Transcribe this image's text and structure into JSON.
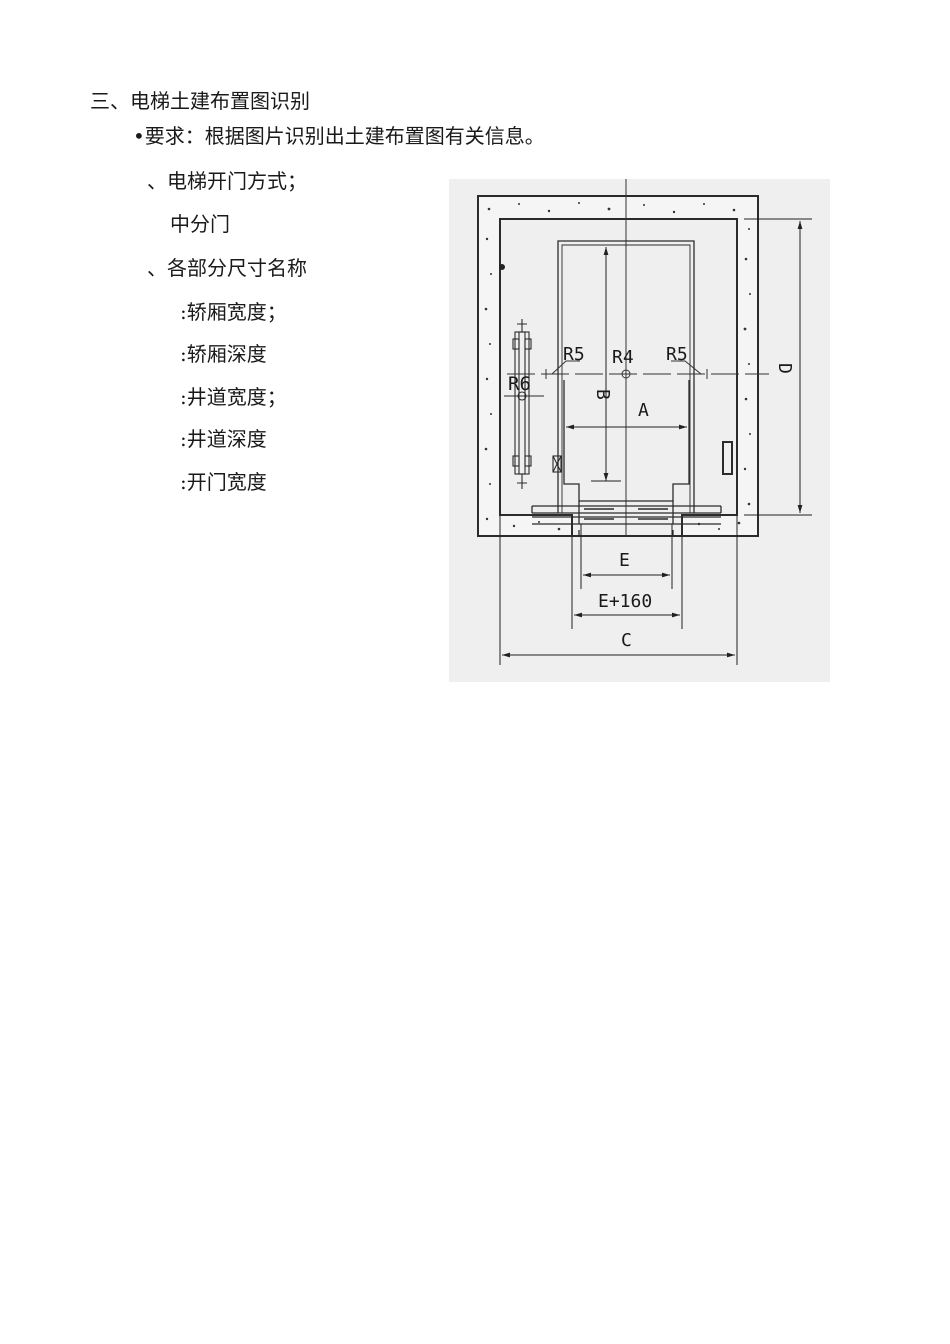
{
  "document": {
    "section_heading": "三、电梯土建布置图识别",
    "requirement": "•要求：根据图片识别出土建布置图有关信息。",
    "items": [
      {
        "label": "、电梯开门方式；",
        "answer": "中分门"
      },
      {
        "label": "、各部分尺寸名称"
      }
    ],
    "dimension_names": [
      ":轿厢宽度；",
      ":轿厢深度",
      ":井道宽度；",
      ":井道深度",
      ":开门宽度"
    ]
  },
  "figure": {
    "labels": {
      "r5_left": "R5",
      "r4": "R4",
      "r5_right": "R5",
      "r6": "R6",
      "a": "A",
      "b": "B",
      "c": "C",
      "d": "D",
      "e": "E",
      "e160": "E+160"
    },
    "colors": {
      "background": "#efefef",
      "line": "#2b2b2b",
      "wall_fill": "#f4f4f4",
      "speckle": "#333333"
    }
  }
}
